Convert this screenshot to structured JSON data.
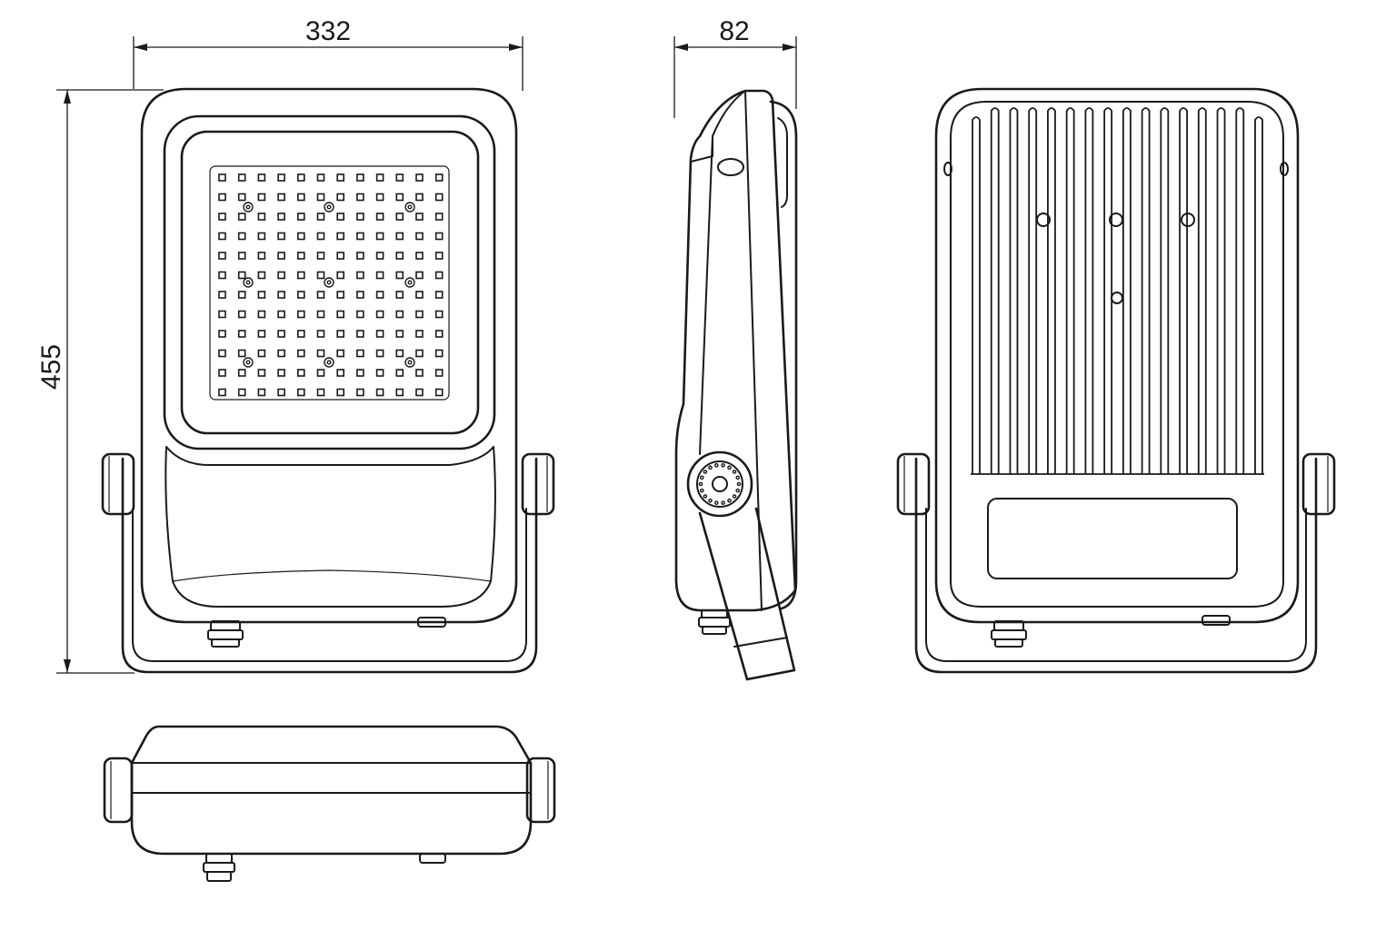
{
  "dimensions": {
    "width": "332",
    "depth": "82",
    "height": "455"
  },
  "led_array": {
    "columns": 12,
    "rows": 12
  },
  "heatsink": {
    "fins": 16
  }
}
